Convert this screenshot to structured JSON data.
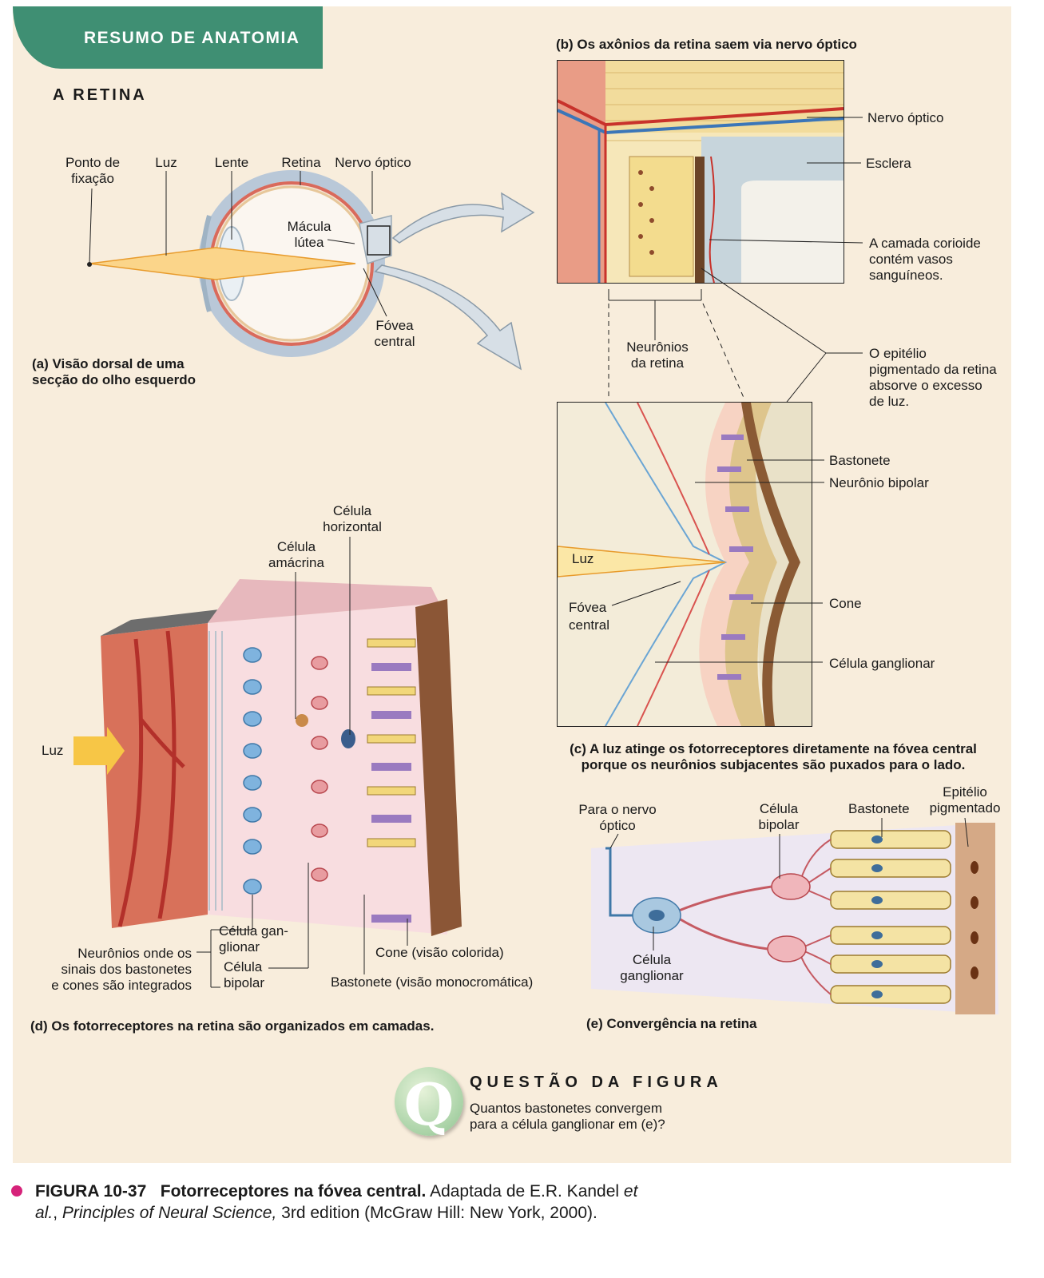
{
  "header": {
    "badge": "RESUMO DE ANATOMIA",
    "title": "A RETINA"
  },
  "panel_a": {
    "labels": {
      "fixation": "Ponto de\nfixação",
      "light": "Luz",
      "lens": "Lente",
      "retina": "Retina",
      "optic_nerve": "Nervo óptico",
      "macula": "Mácula\nlútea",
      "fovea": "Fóvea\ncentral"
    },
    "caption": "(a) Visão dorsal de uma\nsecção do olho esquerdo"
  },
  "panel_b": {
    "caption": "(b) Os axônios da retina saem via nervo óptico",
    "labels": {
      "optic_nerve": "Nervo óptico",
      "sclera": "Esclera",
      "choroid": "A camada corioide\ncontém vasos\nsanguíneos.",
      "neurons": "Neurônios\nda retina",
      "epithelium": "O epitélio\npigmentado da retina\nabsorve o excesso\nde luz."
    }
  },
  "panel_c": {
    "labels": {
      "rod": "Bastonete",
      "bipolar": "Neurônio bipolar",
      "light": "Luz",
      "fovea": "Fóvea\ncentral",
      "cone": "Cone",
      "ganglion": "Célula ganglionar"
    },
    "caption": "(c) A luz atinge os fotorreceptores diretamente na fóvea central\nporque os neurônios subjacentes são puxados para o lado."
  },
  "panel_d": {
    "labels": {
      "horizontal": "Célula\nhorizontal",
      "amacrine": "Célula\namácrina",
      "light": "Luz",
      "integrated": "Neurônios onde os\nsinais dos bastonetes\ne cones são integrados",
      "ganglion": "Célula gan-\nglionar",
      "bipolar": "Célula\nbipolar",
      "cone": "Cone (visão colorida)",
      "rod": "Bastonete (visão monocromática)"
    },
    "caption": "(d) Os fotorreceptores na retina são organizados em camadas."
  },
  "panel_e": {
    "labels": {
      "to_nerve": "Para o nervo\nóptico",
      "bipolar": "Célula\nbipolar",
      "rod": "Bastonete",
      "epithelium": "Epitélio\npigmentado",
      "ganglion": "Célula\nganglionar"
    },
    "caption": "(e) Convergência na retina"
  },
  "question": {
    "letter": "Q",
    "title": "QUESTÃO DA FIGURA",
    "text": "Quantos bastonetes convergem\npara a célula ganglionar em (e)?"
  },
  "figure_caption": {
    "number": "FIGURA 10-37",
    "title": "Fotorreceptores na fóvea central.",
    "text_1": " Adaptada de E.R. Kandel ",
    "italic_1": "et al.",
    "text_2": ", ",
    "italic_2": "Principles of Neural Science,",
    "text_3": " 3rd edition (McGraw Hill: New York, 2000)."
  },
  "colors": {
    "badge": "#3f8f73",
    "panel": "#f8eddc",
    "accent": "#d6237a"
  }
}
